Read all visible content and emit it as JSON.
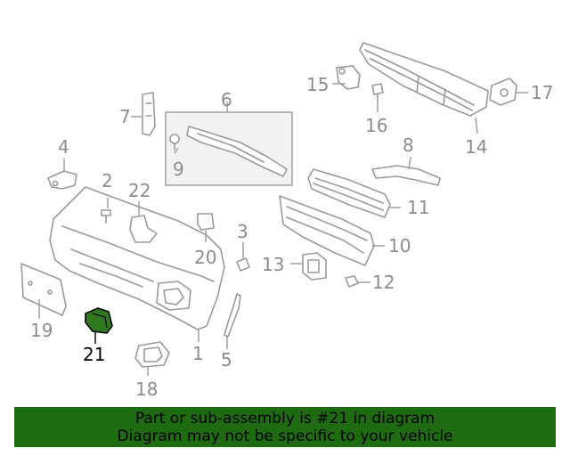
{
  "callouts": {
    "c1": "1",
    "c2": "2",
    "c3": "3",
    "c4": "4",
    "c5": "5",
    "c6": "6",
    "c7": "7",
    "c8": "8",
    "c9": "9",
    "c10": "10",
    "c11": "11",
    "c12": "12",
    "c13": "13",
    "c14": "14",
    "c15": "15",
    "c16": "16",
    "c17": "17",
    "c18": "18",
    "c19": "19",
    "c20": "20",
    "c21": "21",
    "c22": "22"
  },
  "highlighted_part": "21",
  "colors": {
    "highlight_part": "#2f7a1f",
    "banner": "#1e6b12",
    "line": "#9a9a9a",
    "label": "#8c8c8c"
  },
  "banner": {
    "line1": "Part or sub-assembly is #21 in diagram",
    "line2": "Diagram may not be specific to your vehicle"
  }
}
